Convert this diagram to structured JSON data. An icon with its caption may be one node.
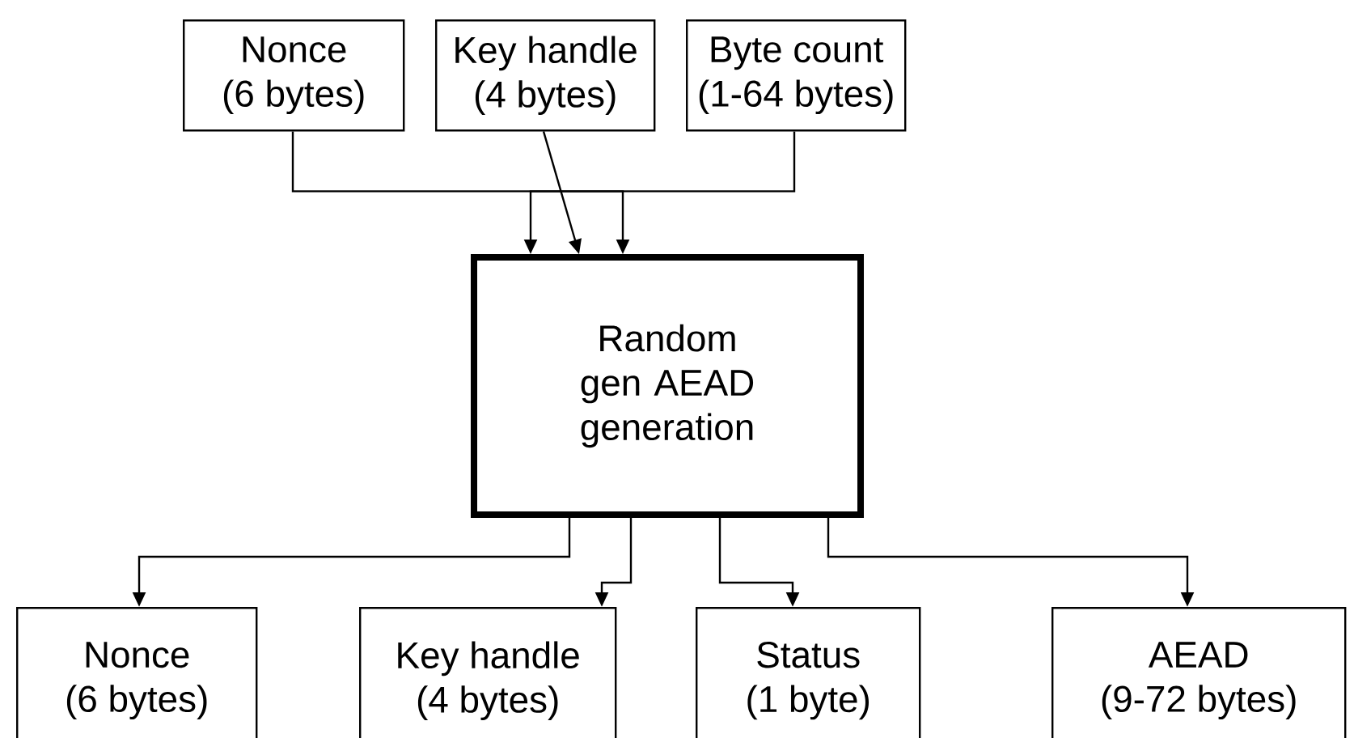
{
  "diagram": {
    "nodes": [
      {
        "text": [
          "Nonce",
          "(6 bytes)"
        ]
      },
      {
        "text": [
          "Key handle",
          "(4 bytes)"
        ]
      },
      {
        "text": [
          "Byte count",
          "(1-64 bytes)"
        ]
      },
      {
        "text": [
          "Random gen AEAD generation"
        ]
      },
      {
        "text": [
          "Nonce",
          "(6 bytes)"
        ]
      },
      {
        "text": [
          "Key handle",
          "(4 bytes)"
        ]
      },
      {
        "text": [
          "Status",
          "(1 byte)"
        ]
      },
      {
        "text": [
          "AEAD",
          "(9-72 bytes)"
        ]
      }
    ],
    "edges": [
      {
        "from": 0,
        "to": 3,
        "arrow": "to"
      },
      {
        "from": 1,
        "to": 3,
        "arrow": "to"
      },
      {
        "from": 2,
        "to": 3,
        "arrow": "to"
      },
      {
        "from": 3,
        "to": 4,
        "arrow": "to"
      },
      {
        "from": 3,
        "to": 5,
        "arrow": "to"
      },
      {
        "from": 3,
        "to": 6,
        "arrow": "to"
      },
      {
        "from": 3,
        "to": 7,
        "arrow": "to"
      }
    ]
  }
}
